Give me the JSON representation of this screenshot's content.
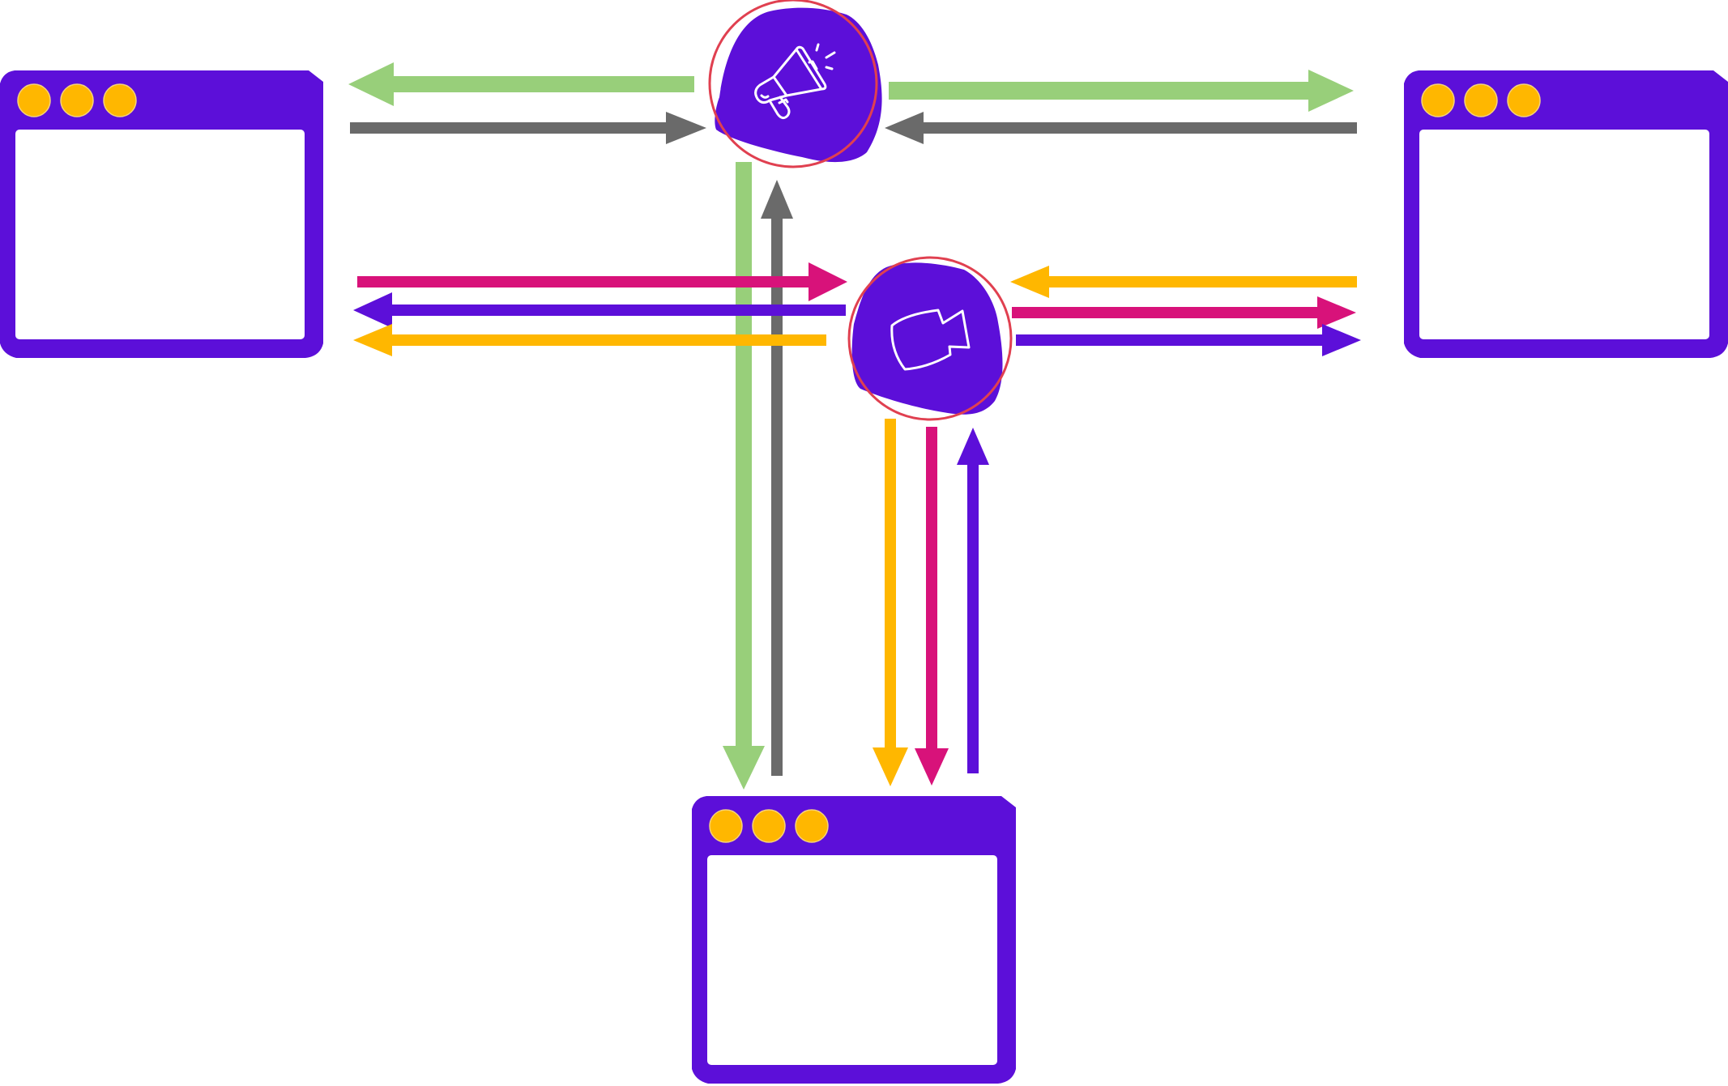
{
  "colors": {
    "window": "#5c0fd9",
    "window_dot": "#ffb700",
    "hub_fill": "#5c0fd9",
    "hub_ring": "#e04050",
    "icon_stroke": "#ffffff",
    "background": "#ffffff",
    "arrow_green": "#98cf7a",
    "arrow_gray": "#6a6a6a",
    "arrow_magenta": "#d8127a",
    "arrow_purple": "#5c0fd9",
    "arrow_yellow": "#ffb700"
  },
  "nodes": {
    "windows": [
      {
        "id": "window-left",
        "dots": 3
      },
      {
        "id": "window-right",
        "dots": 3
      },
      {
        "id": "window-bottom",
        "dots": 3
      }
    ],
    "hubs": [
      {
        "id": "hub-top",
        "icon": "megaphone-icon"
      },
      {
        "id": "hub-middle",
        "icon": "share-arrow-icon"
      }
    ]
  },
  "arrows": [
    {
      "id": "arrow-hub-top-to-left",
      "color": "arrow_green"
    },
    {
      "id": "arrow-left-to-hub-top",
      "color": "arrow_gray"
    },
    {
      "id": "arrow-hub-top-to-right",
      "color": "arrow_green"
    },
    {
      "id": "arrow-right-to-hub-top",
      "color": "arrow_gray"
    },
    {
      "id": "arrow-hub-top-to-bottom",
      "color": "arrow_green"
    },
    {
      "id": "arrow-bottom-to-hub-top",
      "color": "arrow_gray"
    },
    {
      "id": "arrow-left-to-hub-middle",
      "color": "arrow_magenta"
    },
    {
      "id": "arrow-hub-middle-to-left-purple",
      "color": "arrow_purple"
    },
    {
      "id": "arrow-hub-middle-to-left-yellow",
      "color": "arrow_yellow"
    },
    {
      "id": "arrow-right-to-hub-middle",
      "color": "arrow_yellow"
    },
    {
      "id": "arrow-hub-middle-to-right-magenta",
      "color": "arrow_magenta"
    },
    {
      "id": "arrow-hub-middle-to-right-purple",
      "color": "arrow_purple"
    },
    {
      "id": "arrow-hub-middle-to-bottom-yellow",
      "color": "arrow_yellow"
    },
    {
      "id": "arrow-hub-middle-to-bottom-magenta",
      "color": "arrow_magenta"
    },
    {
      "id": "arrow-bottom-to-hub-middle",
      "color": "arrow_purple"
    }
  ]
}
